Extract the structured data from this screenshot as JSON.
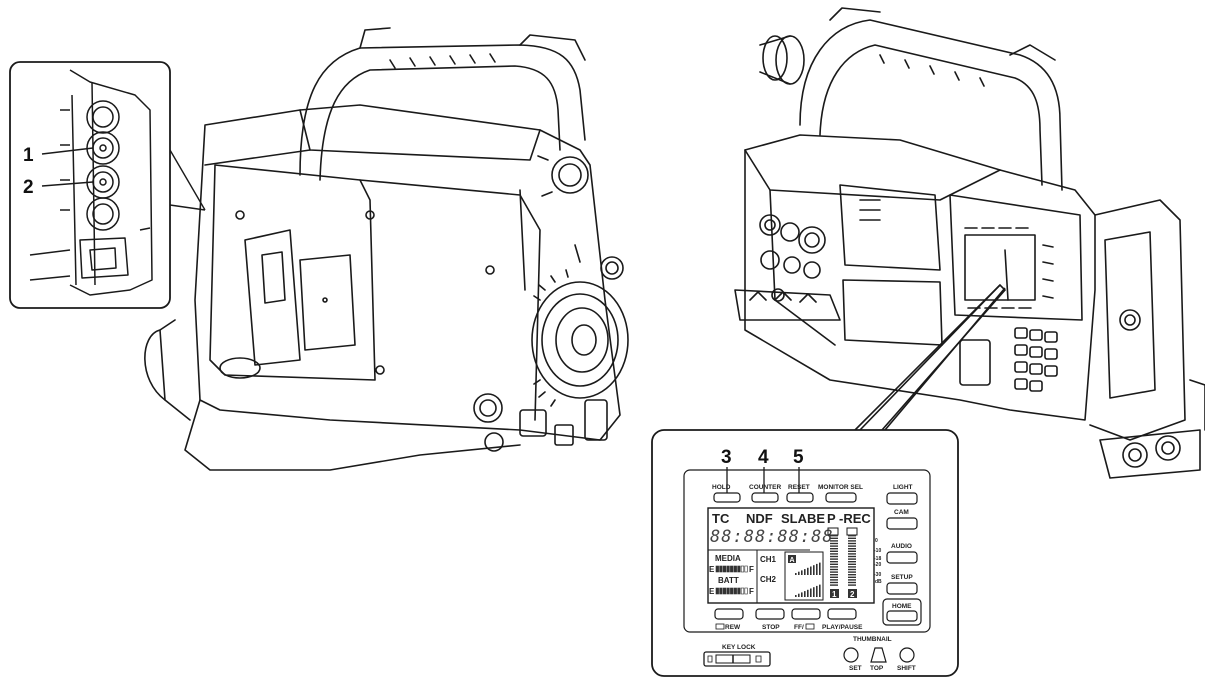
{
  "callouts": {
    "c1": "1",
    "c2": "2",
    "c3": "3",
    "c4": "4",
    "c5": "5"
  },
  "buttons_top": {
    "hold": "HOLD",
    "counter": "COUNTER",
    "reset": "RESET",
    "monitor_sel": "MONITOR SEL",
    "light": "LIGHT"
  },
  "buttons_side": {
    "cam": "CAM",
    "audio": "AUDIO",
    "setup": "SETUP",
    "home": "HOME"
  },
  "buttons_bottom": {
    "rew": "REW",
    "stop": "STOP",
    "ff": "FF/",
    "play_pause": "PLAY/PAUSE"
  },
  "lcd": {
    "tc": "TC",
    "ndf": "NDF",
    "slabe": "SLABE",
    "p_rec": "P -REC",
    "digits": "88:88:88:88",
    "media": "MEDIA",
    "batt": "BATT",
    "e": "E",
    "f": "F",
    "ch1": "CH1",
    "ch2": "CH2",
    "ch_a": "A",
    "meter1": "1",
    "meter2": "2",
    "scale": [
      "0",
      "-10",
      "-18",
      "-20",
      "-30",
      "dB"
    ]
  },
  "lower_controls": {
    "key_lock": "KEY LOCK",
    "thumbnail": "THUMBNAIL",
    "set": "SET",
    "top": "TOP",
    "shift": "SHIFT"
  },
  "colors": {
    "line": "#1a1a1a",
    "background": "#ffffff"
  }
}
